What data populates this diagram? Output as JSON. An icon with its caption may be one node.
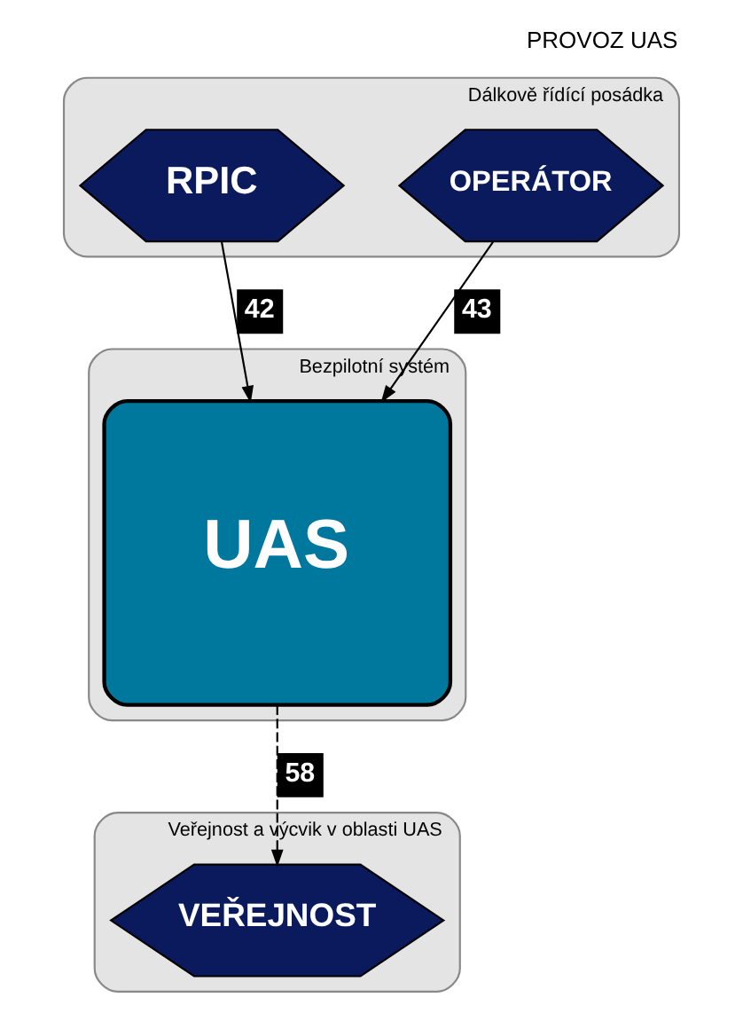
{
  "diagram": {
    "title": "PROVOZ UAS",
    "nodes": [
      {
        "text": [
          "Dálkově řídící posádka"
        ]
      },
      {
        "text": [
          "RPIC"
        ],
        "in": 0
      },
      {
        "text": [
          "OPERÁTOR"
        ],
        "in": 0
      },
      {
        "text": [
          "Bezpilotní systém"
        ]
      },
      {
        "text": [
          "UAS"
        ],
        "in": 3
      },
      {
        "text": [
          "Veřejnost a výcvik v oblasti UAS"
        ]
      },
      {
        "text": [
          "VEŘEJNOST"
        ],
        "in": 5
      }
    ],
    "edges": [
      {
        "from": 1,
        "to": 4,
        "arrow": "to",
        "label": "42"
      },
      {
        "from": 2,
        "to": 4,
        "arrow": "to",
        "label": "43"
      },
      {
        "from": 4,
        "to": 6,
        "arrow": "to",
        "label": "58",
        "style": "dashed"
      }
    ]
  }
}
